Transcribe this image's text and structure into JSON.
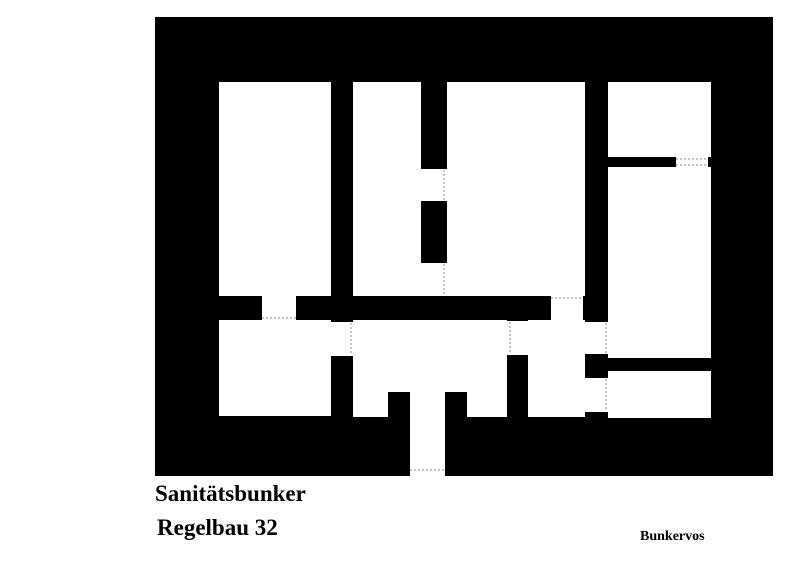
{
  "title": "Sanitätsbunker",
  "subtitle": "Regelbau 32",
  "credit": "Bunkervos",
  "colors": {
    "wall": "#000000",
    "room": "#ffffff",
    "opening_outline": "#888888"
  }
}
